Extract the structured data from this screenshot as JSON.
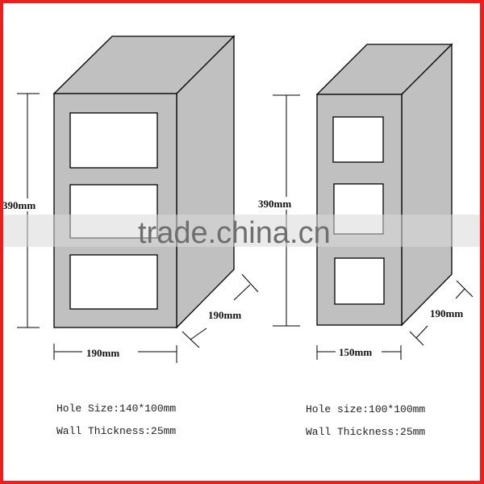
{
  "colors": {
    "frame": "#e8201e",
    "block_fill": "#c0c0c0",
    "hole_fill": "#ffffff",
    "line": "#000000",
    "watermark_band": "#dcdcdc",
    "watermark_text": "#6e6e6e"
  },
  "watermark": {
    "text": "trade.china.cn"
  },
  "left_block": {
    "height_label": "390mm",
    "width_label": "190mm",
    "depth_label": "190mm",
    "hole_count": 3,
    "specs": {
      "hole_size": "Hole Size:140*100mm",
      "wall_thickness": "Wall Thickness:25mm"
    }
  },
  "right_block": {
    "height_label": "390mm",
    "width_label": "150mm",
    "depth_label": "190mm",
    "hole_count": 3,
    "specs": {
      "hole_size": "Hole size:100*100mm",
      "wall_thickness": "Wall Thickness:25mm"
    }
  }
}
